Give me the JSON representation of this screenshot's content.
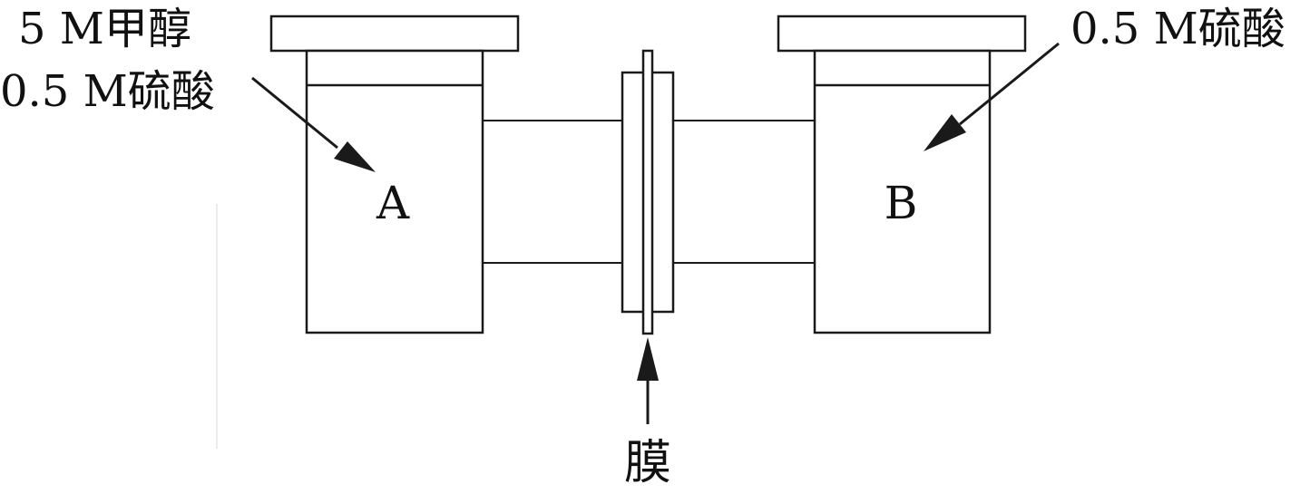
{
  "labels": {
    "left_line1": "5 M甲醇",
    "left_line2": "0.5 M硫酸",
    "right_line1": "0.5 M硫酸",
    "chamber_a": "A",
    "chamber_b": "B",
    "membrane": "膜"
  },
  "colors": {
    "stroke": "#1a1a1a",
    "text": "#111111",
    "background": "#ffffff"
  }
}
